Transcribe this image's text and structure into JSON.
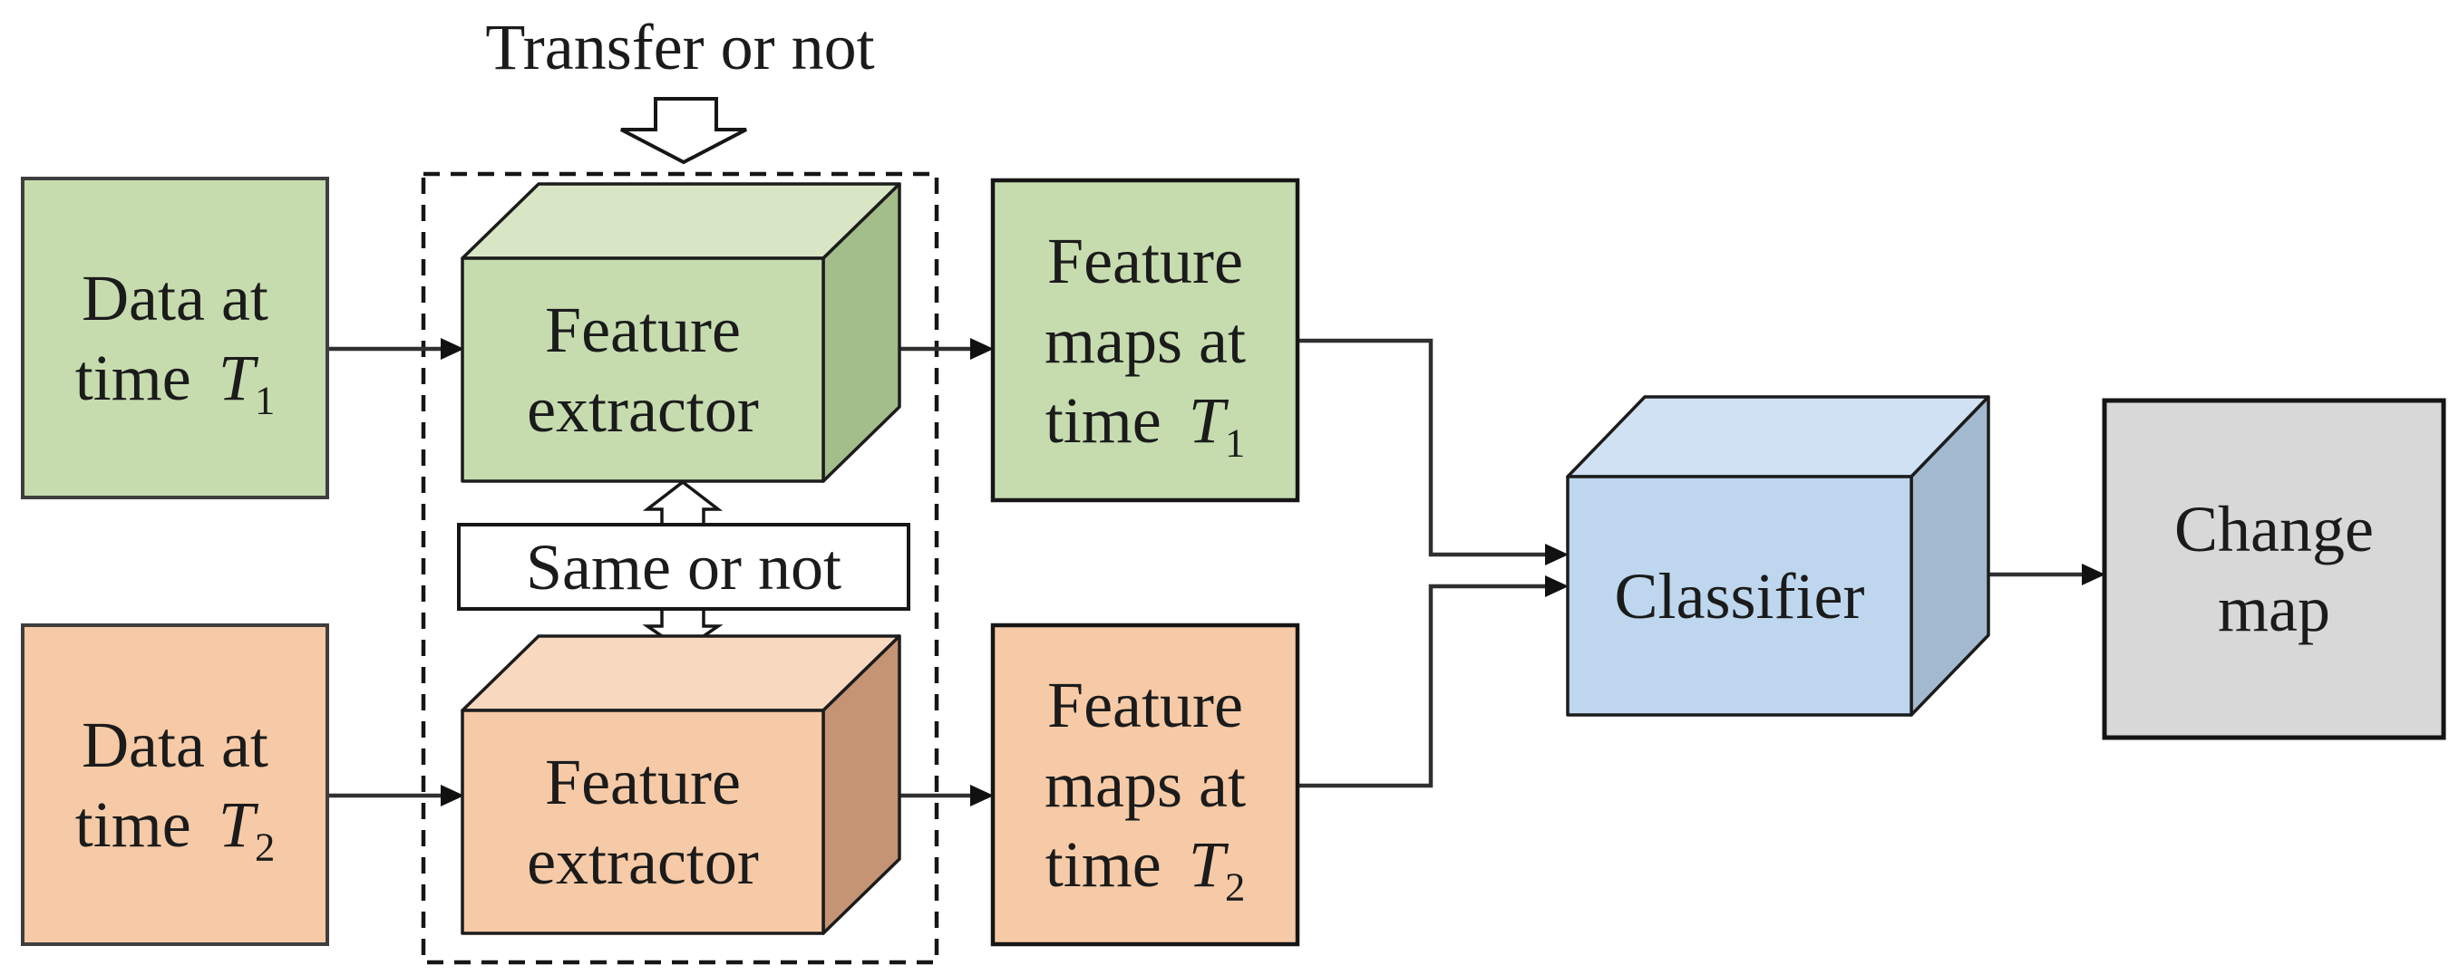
{
  "figure": {
    "kind": "flow-diagram",
    "background": "#ffffff"
  },
  "palette": {
    "green_fill": "#c6dcaf",
    "green_top": "#d8e6c5",
    "green_side": "#a3bd8b",
    "orange_fill": "#f6caa6",
    "orange_top": "#f8d8bf",
    "orange_side": "#c49475",
    "blue_fill": "#bed7ee",
    "blue_top": "#cfe1f3",
    "blue_side": "#a3b9cf",
    "gray_fill": "#d8d8d8",
    "line_color": "#303030",
    "border_color": "#1c1c1c",
    "text_color": "#1b1b1b"
  },
  "labels": {
    "transfer_or_not": "Transfer or not",
    "same_or_not": "Same or not",
    "classifier": "Classifier",
    "change_map": {
      "line1": "Change",
      "line2": "map"
    },
    "data_t1": {
      "line1": "Data at",
      "time_word": "time",
      "time_symbol": "T",
      "time_subscript": "1"
    },
    "data_t2": {
      "line1": "Data at",
      "time_word": "time",
      "time_symbol": "T",
      "time_subscript": "2"
    },
    "feature_extractor": {
      "line1": "Feature",
      "line2": "extractor"
    },
    "feature_maps_t1": {
      "line1": "Feature",
      "line2": "maps at",
      "time_word": "time",
      "time_symbol": "T",
      "time_subscript": "1"
    },
    "feature_maps_t2": {
      "line1": "Feature",
      "line2": "maps at",
      "time_word": "time",
      "time_symbol": "T",
      "time_subscript": "2"
    }
  }
}
